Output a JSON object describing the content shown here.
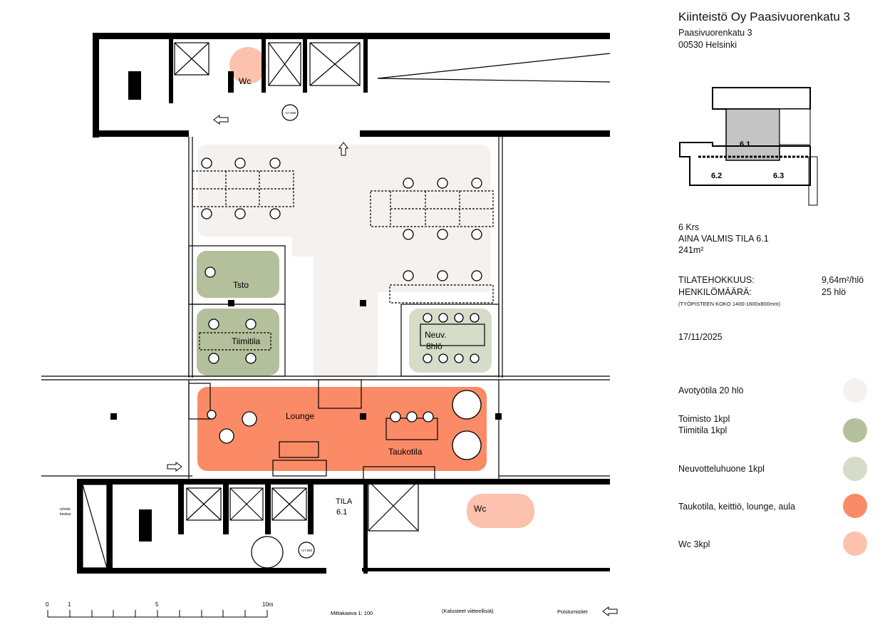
{
  "header": {
    "title": "Kiinteistö Oy Paasivuorenkatu 3",
    "street": "Paasivuorenkatu 3",
    "city": "00530 Helsinki"
  },
  "key_plan": {
    "labels": [
      "6.1",
      "6.2",
      "6.3"
    ],
    "highlight_color": "#c4c4c4"
  },
  "info": {
    "floor": "6 Krs",
    "space": "AINA VALMIS TILA 6.1",
    "area": "241m²",
    "efficiency_label": "TILATEHOKKUUS:",
    "efficiency_value": "9,64m²/hlö",
    "persons_label": "HENKILÖMÄÄRÄ:",
    "persons_value": "25  hlö",
    "workstation_note": "(TYÖPISTEEN KOKO 1400-1600x800mm)",
    "date": "17/11/2025"
  },
  "legend": [
    {
      "label": "Avotyötila 20 hlö",
      "color": "#f5f1ee"
    },
    {
      "label": "Toimisto 1kpl",
      "label2": "Tiimitila  1kpl",
      "color": "#b4c09c"
    },
    {
      "label": "Neuvotteluhuone 1kpl",
      "color": "#d5dcc7"
    },
    {
      "label": "Taukotila, keittiö, lounge, aula",
      "color": "#fb8a66"
    },
    {
      "label": "Wc 3kpl",
      "color": "#fcc2ad"
    }
  ],
  "plan": {
    "rooms": {
      "tsto": "Tsto",
      "tiimitila": "Tiimitila",
      "neuv1": "Neuv.",
      "neuv2": "8hlö",
      "lounge": "Lounge",
      "taukotila": "Taukotila",
      "tila1": "TILA",
      "tila2": "6.1",
      "wc_top": "Wc",
      "wc_bottom": "Wc",
      "ryhma1": "ryhmä-",
      "ryhma2": "keskus",
      "level_top": "+17,650",
      "level_bottom": "+17,650"
    }
  },
  "footer": {
    "scale_ticks": [
      "0",
      "1",
      "5",
      "10m"
    ],
    "scale": "Mittakaava 1: 100",
    "furniture_note": "(Kalusteet viitteellisiä)",
    "exits": "Poistumistiet"
  }
}
